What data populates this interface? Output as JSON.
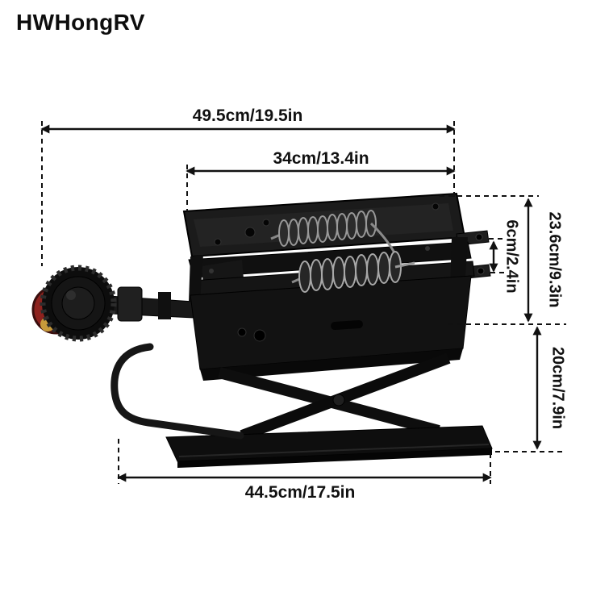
{
  "brand": "HWHongRV",
  "dimensions": {
    "overall_width": "49.5cm/19.5in",
    "rail_length": "34cm/13.4in",
    "depth": "23.6cm/9.3in",
    "rail_height": "6cm/2.4in",
    "lift_height": "20cm/7.9in",
    "base_length": "44.5cm/17.5in"
  },
  "colors": {
    "ink": "#111111",
    "product_black": "#141414",
    "knob_red": "#8e221e",
    "knob_gold": "#c79a3b",
    "spring_gray": "#999999"
  }
}
